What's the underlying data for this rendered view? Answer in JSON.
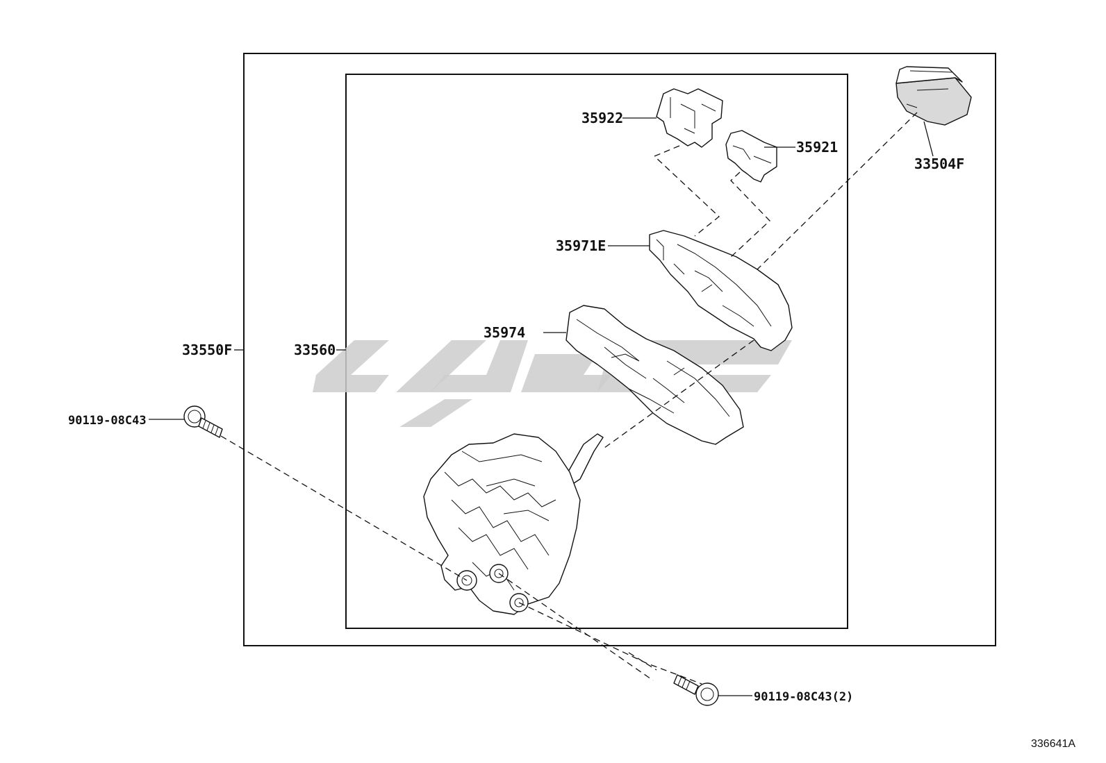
{
  "labels": {
    "p33550F": "33550F",
    "p33560": "33560",
    "p35922": "35922",
    "p35921": "35921",
    "p33504F": "33504F",
    "p35971E": "35971E",
    "p35974": "35974",
    "p90119_left": "90119-08C43",
    "p90119_right": "90119-08C43(2)"
  },
  "diagram_id": "336641A"
}
